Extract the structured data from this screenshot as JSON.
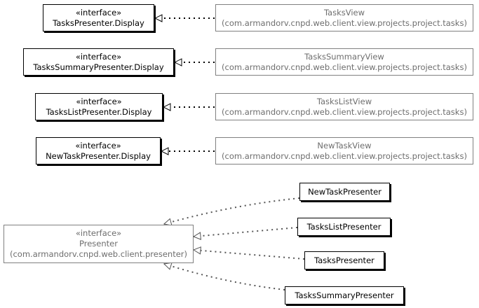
{
  "display_interfaces": [
    {
      "stereotype": "«interface»",
      "name": "TasksPresenter.Display"
    },
    {
      "stereotype": "«interface»",
      "name": "TasksSummaryPresenter.Display"
    },
    {
      "stereotype": "«interface»",
      "name": "TasksListPresenter.Display"
    },
    {
      "stereotype": "«interface»",
      "name": "NewTaskPresenter.Display"
    }
  ],
  "views": [
    {
      "name": "TasksView",
      "package": "(com.armandorv.cnpd.web.client.view.projects.project.tasks)"
    },
    {
      "name": "TasksSummaryView",
      "package": "(com.armandorv.cnpd.web.client.view.projects.project.tasks)"
    },
    {
      "name": "TasksListView",
      "package": "(com.armandorv.cnpd.web.client.view.projects.project.tasks)"
    },
    {
      "name": "NewTaskView",
      "package": "(com.armandorv.cnpd.web.client.view.projects.project.tasks)"
    }
  ],
  "presenter_interface": {
    "stereotype": "«interface»",
    "name": "Presenter",
    "package": "(com.armandorv.cnpd.web.client.presenter)"
  },
  "presenters": [
    {
      "name": "NewTaskPresenter"
    },
    {
      "name": "TasksListPresenter"
    },
    {
      "name": "TasksPresenter"
    },
    {
      "name": "TasksSummaryPresenter"
    }
  ],
  "colors": {
    "dark_border": "#000000",
    "gray_border": "#808080",
    "gray_text": "#6e6e6e",
    "connector": "#555555"
  }
}
